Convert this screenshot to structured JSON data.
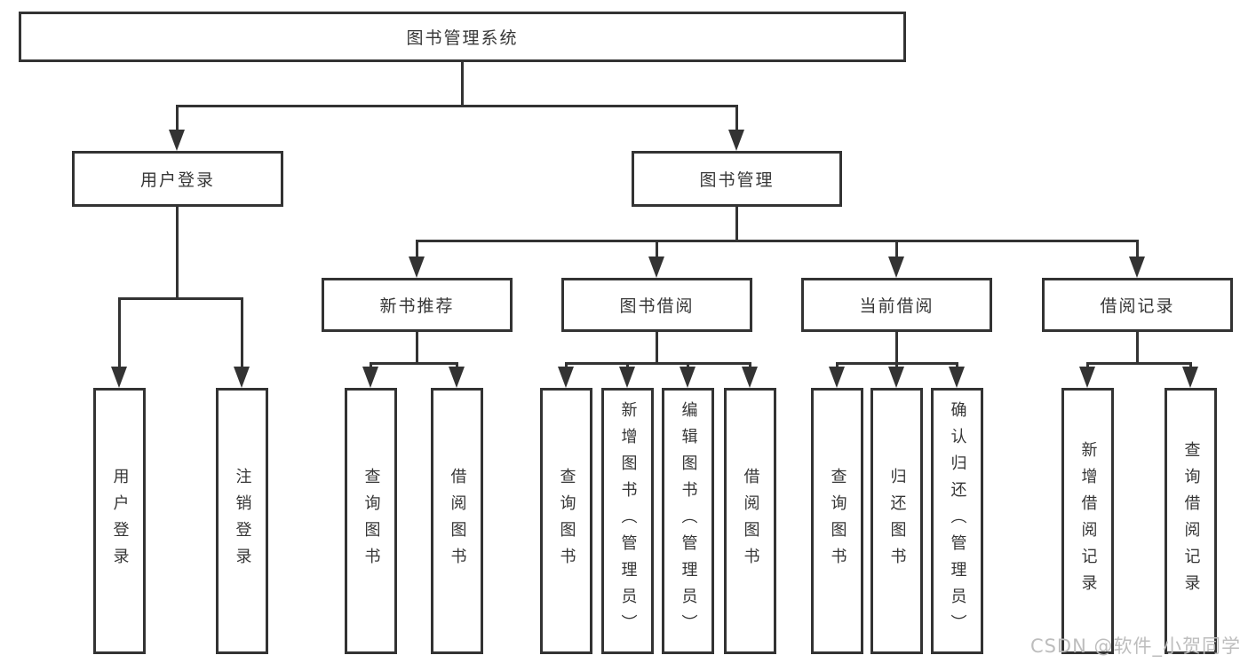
{
  "diagram": {
    "root": {
      "label": "图书管理系统"
    },
    "level1": [
      {
        "label": "用户登录"
      },
      {
        "label": "图书管理"
      }
    ],
    "level2": [
      {
        "label": "新书推荐"
      },
      {
        "label": "图书借阅"
      },
      {
        "label": "当前借阅"
      },
      {
        "label": "借阅记录"
      }
    ],
    "leaves": [
      {
        "label": "用户登录"
      },
      {
        "label": "注销登录"
      },
      {
        "label": "查询图书"
      },
      {
        "label": "借阅图书"
      },
      {
        "label": "查询图书"
      },
      {
        "label": "新增图书（管理员）"
      },
      {
        "label": "编辑图书（管理员）"
      },
      {
        "label": "借阅图书"
      },
      {
        "label": "查询图书"
      },
      {
        "label": "归还图书"
      },
      {
        "label": "确认归还（管理员）"
      },
      {
        "label": "新增借阅记录"
      },
      {
        "label": "查询借阅记录"
      }
    ]
  },
  "watermark": {
    "text": "CSDN @软件_小贺同学"
  },
  "colors": {
    "line": "#333333",
    "text": "#363636",
    "box-bg": "#ffffff",
    "watermark": "#bdbdbd"
  }
}
